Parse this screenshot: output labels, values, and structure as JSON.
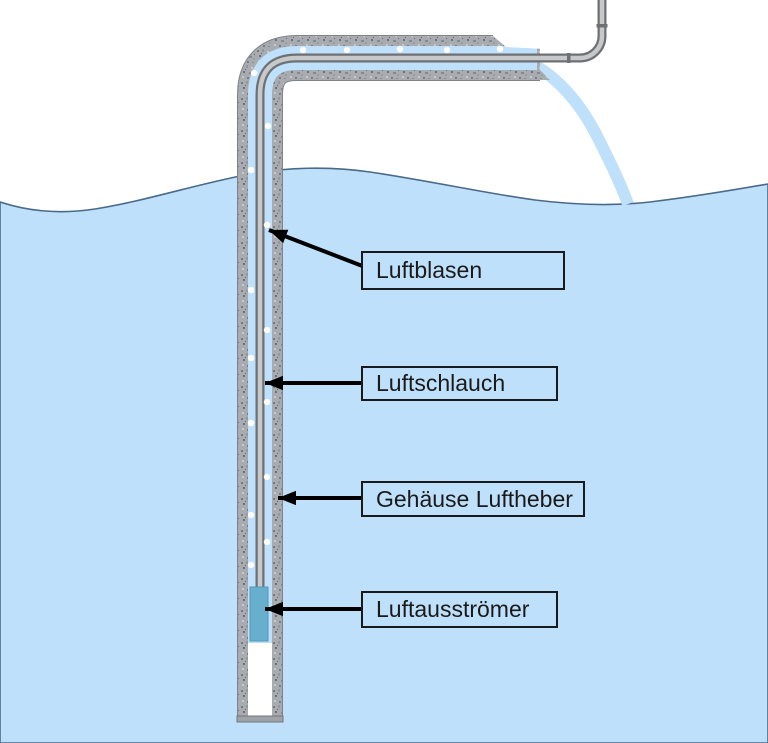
{
  "labels": [
    {
      "text": "Luftblasen"
    },
    {
      "text": "Luftschlauch"
    },
    {
      "text": "Gehäuse Luftheber"
    },
    {
      "text": "Luftausströmer"
    }
  ],
  "colors": {
    "background": "#FFFFFF",
    "water": "#BFE0FA",
    "water_outline": "#4A6A8A",
    "pipe_granite_base": "#A8ABAF",
    "pipe_edge_dark": "#7F8287",
    "hose_dark": "#6E7174",
    "hose_light": "#C6C8CA",
    "diffuser_fill": "#68AFCD",
    "diffuser_edge": "#4E98B8",
    "pipe_bottom_cap": "#9FA2A6",
    "bubble": "#FFFFFF",
    "arrow": "#000000",
    "label_text": "#1A1A1A",
    "label_border": "#1A1A1A",
    "label_background": "#BFE0FA"
  }
}
